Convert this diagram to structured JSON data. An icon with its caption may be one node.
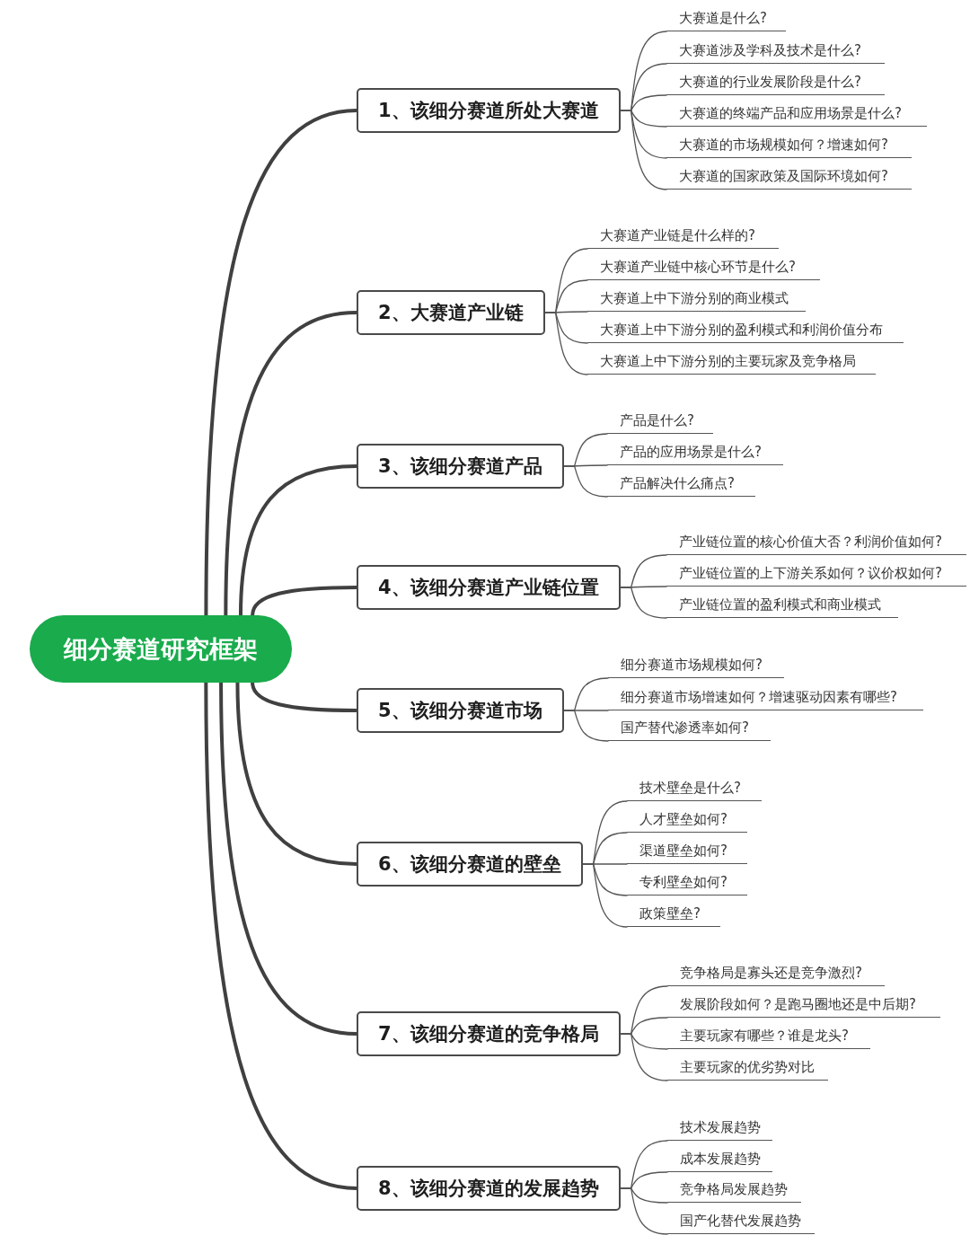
{
  "diagram": {
    "nodes": [
      {
        "text": [
          "细分赛道研究框架"
        ]
      },
      {
        "text": [
          "1、该细分赛道所处大赛道"
        ]
      },
      {
        "text": [
          "大赛道是什么?"
        ]
      },
      {
        "text": [
          "大赛道涉及学科及技术是什么?"
        ]
      },
      {
        "text": [
          "大赛道的行业发展阶段是什么?"
        ]
      },
      {
        "text": [
          "大赛道的终端产品和应用场景是什么?"
        ]
      },
      {
        "text": [
          "大赛道的市场规模如何？增速如何?"
        ]
      },
      {
        "text": [
          "大赛道的国家政策及国际环境如何?"
        ]
      },
      {
        "text": [
          "2、大赛道产业链"
        ]
      },
      {
        "text": [
          "大赛道产业链是什么样的?"
        ]
      },
      {
        "text": [
          "大赛道产业链中核心环节是什么?"
        ]
      },
      {
        "text": [
          "大赛道上中下游分别的商业模式"
        ]
      },
      {
        "text": [
          "大赛道上中下游分别的盈利模式和利润价值分布"
        ]
      },
      {
        "text": [
          "大赛道上中下游分别的主要玩家及竞争格局"
        ]
      },
      {
        "text": [
          "3、该细分赛道产品"
        ]
      },
      {
        "text": [
          "产品是什么?"
        ]
      },
      {
        "text": [
          "产品的应用场景是什么?"
        ]
      },
      {
        "text": [
          "产品解决什么痛点?"
        ]
      },
      {
        "text": [
          "4、该细分赛道产业链位置"
        ]
      },
      {
        "text": [
          "产业链位置的核心价值大否？利润价值如何?"
        ]
      },
      {
        "text": [
          "产业链位置的上下游关系如何？议价权如何?"
        ]
      },
      {
        "text": [
          "产业链位置的盈利模式和商业模式"
        ]
      },
      {
        "text": [
          "5、该细分赛道市场"
        ]
      },
      {
        "text": [
          "细分赛道市场规模如何?"
        ]
      },
      {
        "text": [
          "细分赛道市场增速如何？增速驱动因素有哪些?"
        ]
      },
      {
        "text": [
          "国产替代渗透率如何?"
        ]
      },
      {
        "text": [
          "6、该细分赛道的壁垒"
        ]
      },
      {
        "text": [
          "技术壁垒是什么?"
        ]
      },
      {
        "text": [
          "人才壁垒如何?"
        ]
      },
      {
        "text": [
          "渠道壁垒如何?"
        ]
      },
      {
        "text": [
          "专利壁垒如何?"
        ]
      },
      {
        "text": [
          "政策壁垒?"
        ]
      },
      {
        "text": [
          "7、该细分赛道的竞争格局"
        ]
      },
      {
        "text": [
          "竞争格局是寡头还是竞争激烈?"
        ]
      },
      {
        "text": [
          "发展阶段如何？是跑马圈地还是中后期?"
        ]
      },
      {
        "text": [
          "主要玩家有哪些？谁是龙头?"
        ]
      },
      {
        "text": [
          "主要玩家的优劣势对比"
        ]
      },
      {
        "text": [
          "8、该细分赛道的发展趋势"
        ]
      },
      {
        "text": [
          "技术发展趋势"
        ]
      },
      {
        "text": [
          "成本发展趋势"
        ]
      },
      {
        "text": [
          "竞争格局发展趋势"
        ]
      },
      {
        "text": [
          "国产化替代发展趋势"
        ]
      }
    ],
    "edges": [
      {
        "from": 0,
        "to": 1,
        "arrow": "none",
        "style": "thick"
      },
      {
        "from": 0,
        "to": 8,
        "arrow": "none",
        "style": "thick"
      },
      {
        "from": 0,
        "to": 14,
        "arrow": "none",
        "style": "thick"
      },
      {
        "from": 0,
        "to": 18,
        "arrow": "none",
        "style": "thick"
      },
      {
        "from": 0,
        "to": 22,
        "arrow": "none",
        "style": "thick"
      },
      {
        "from": 0,
        "to": 26,
        "arrow": "none",
        "style": "thick"
      },
      {
        "from": 0,
        "to": 32,
        "arrow": "none",
        "style": "thick"
      },
      {
        "from": 0,
        "to": 37,
        "arrow": "none",
        "style": "thick"
      },
      {
        "from": 1,
        "to": 2,
        "arrow": "none"
      },
      {
        "from": 1,
        "to": 3,
        "arrow": "none"
      },
      {
        "from": 1,
        "to": 4,
        "arrow": "none"
      },
      {
        "from": 1,
        "to": 5,
        "arrow": "none"
      },
      {
        "from": 1,
        "to": 6,
        "arrow": "none"
      },
      {
        "from": 1,
        "to": 7,
        "arrow": "none"
      },
      {
        "from": 8,
        "to": 9,
        "arrow": "none"
      },
      {
        "from": 8,
        "to": 10,
        "arrow": "none"
      },
      {
        "from": 8,
        "to": 11,
        "arrow": "none"
      },
      {
        "from": 8,
        "to": 12,
        "arrow": "none"
      },
      {
        "from": 8,
        "to": 13,
        "arrow": "none"
      },
      {
        "from": 14,
        "to": 15,
        "arrow": "none"
      },
      {
        "from": 14,
        "to": 16,
        "arrow": "none"
      },
      {
        "from": 14,
        "to": 17,
        "arrow": "none"
      },
      {
        "from": 18,
        "to": 19,
        "arrow": "none"
      },
      {
        "from": 18,
        "to": 20,
        "arrow": "none"
      },
      {
        "from": 18,
        "to": 21,
        "arrow": "none"
      },
      {
        "from": 22,
        "to": 23,
        "arrow": "none"
      },
      {
        "from": 22,
        "to": 24,
        "arrow": "none"
      },
      {
        "from": 22,
        "to": 25,
        "arrow": "none"
      },
      {
        "from": 26,
        "to": 27,
        "arrow": "none"
      },
      {
        "from": 26,
        "to": 28,
        "arrow": "none"
      },
      {
        "from": 26,
        "to": 29,
        "arrow": "none"
      },
      {
        "from": 26,
        "to": 30,
        "arrow": "none"
      },
      {
        "from": 26,
        "to": 31,
        "arrow": "none"
      },
      {
        "from": 32,
        "to": 33,
        "arrow": "none"
      },
      {
        "from": 32,
        "to": 34,
        "arrow": "none"
      },
      {
        "from": 32,
        "to": 35,
        "arrow": "none"
      },
      {
        "from": 32,
        "to": 36,
        "arrow": "none"
      },
      {
        "from": 37,
        "to": 38,
        "arrow": "none"
      },
      {
        "from": 37,
        "to": 39,
        "arrow": "none"
      },
      {
        "from": 37,
        "to": 40,
        "arrow": "none"
      },
      {
        "from": 37,
        "to": 41,
        "arrow": "none"
      }
    ]
  }
}
